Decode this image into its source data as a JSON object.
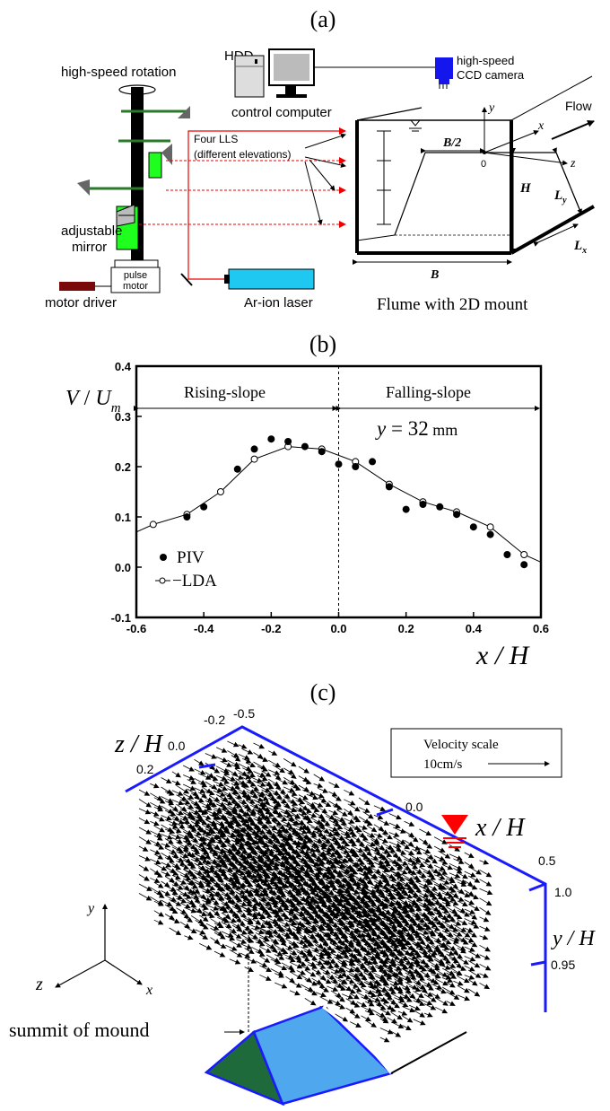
{
  "panels": {
    "a": {
      "label": "(a)",
      "hdd": "HDD",
      "control_computer": "control computer",
      "camera_line1": "high-speed",
      "camera_line2": "CCD camera",
      "rotation": "high-speed rotation",
      "lls_line1": "Four LLS",
      "lls_line2": "(different elevations)",
      "mirror_line1": "adjustable",
      "mirror_line2": "mirror",
      "pulse_line1": "pulse",
      "pulse_line2": "motor",
      "motor_driver": "motor driver",
      "laser": "Ar-ion laser",
      "flow": "Flow",
      "flume_caption": "Flume with 2D mount",
      "axis_y": "y",
      "axis_x": "x",
      "axis_z": "z",
      "origin": "0",
      "b_half": "B/2",
      "b": "B",
      "h": "H",
      "ly": "L",
      "ly_sub": "y",
      "lx": "L",
      "lx_sub": "x"
    },
    "b": {
      "label": "(b)",
      "rising": "Rising-slope",
      "falling": "Falling-slope",
      "y_eq_lhs": "y",
      "y_eq_rhs": " = 32",
      "y_eq_unit": " mm",
      "legend_piv": "PIV",
      "legend_lda": "LDA",
      "ylabel_v": "V",
      "ylabel_u": "U",
      "ylabel_sub": "m",
      "xlabel": "x / H"
    },
    "c": {
      "label": "(c)",
      "zh": "z / H",
      "xh": "x / H",
      "yh": "y / H",
      "z_ticks": [
        "-0.2",
        "0.0",
        "0.2"
      ],
      "x_ticks": [
        "-0.5",
        "0.0",
        "0.5"
      ],
      "y_ticks": [
        "1.0",
        "0.95"
      ],
      "scale_title": "Velocity scale",
      "scale_value": "10cm/s",
      "summit": "summit of mound",
      "triad_y": "y",
      "triad_z": "z",
      "triad_x": "x"
    }
  },
  "colors": {
    "blue_frame": "#1a1aff",
    "camera_blue": "#1515ee",
    "laser_cyan": "#1ec8f0",
    "mirror_green": "#1eff1e",
    "mound_dark": "#1e6a3a",
    "mound_light": "#4fa7ee",
    "red_marker": "#ff0000"
  },
  "chart_data": {
    "type": "scatter",
    "title": "",
    "xlabel": "x / H",
    "ylabel": "V / U_m",
    "xlim": [
      -0.6,
      0.6
    ],
    "ylim": [
      -0.1,
      0.4
    ],
    "xticks": [
      "-0.6",
      "-0.4",
      "-0.2",
      "0.0",
      "0.2",
      "0.4",
      "0.6"
    ],
    "yticks": [
      "-0.1",
      "0.0",
      "0.1",
      "0.2",
      "0.3",
      "0.4"
    ],
    "series": [
      {
        "name": "PIV",
        "marker": "filled-circle",
        "x": [
          -0.45,
          -0.4,
          -0.3,
          -0.25,
          -0.2,
          -0.15,
          -0.1,
          -0.05,
          0.0,
          0.05,
          0.1,
          0.15,
          0.2,
          0.25,
          0.3,
          0.35,
          0.4,
          0.45,
          0.5,
          0.55
        ],
        "y": [
          0.1,
          0.12,
          0.195,
          0.235,
          0.255,
          0.25,
          0.24,
          0.23,
          0.205,
          0.2,
          0.21,
          0.16,
          0.115,
          0.125,
          0.12,
          0.105,
          0.08,
          0.065,
          0.025,
          0.005
        ]
      },
      {
        "name": "LDA",
        "marker": "open-circle-line",
        "x": [
          -0.6,
          -0.55,
          -0.45,
          -0.35,
          -0.25,
          -0.15,
          -0.05,
          0.05,
          0.15,
          0.25,
          0.35,
          0.45,
          0.55,
          0.6
        ],
        "y": [
          0.07,
          0.085,
          0.105,
          0.15,
          0.215,
          0.24,
          0.235,
          0.21,
          0.165,
          0.13,
          0.11,
          0.08,
          0.025,
          0.01
        ],
        "markers_x": [
          -0.55,
          -0.45,
          -0.35,
          -0.25,
          -0.15,
          -0.05,
          0.05,
          0.15,
          0.25,
          0.35,
          0.45,
          0.55
        ],
        "markers_y": [
          0.085,
          0.105,
          0.15,
          0.215,
          0.24,
          0.235,
          0.21,
          0.165,
          0.13,
          0.11,
          0.08,
          0.025
        ]
      }
    ],
    "grid": false,
    "legend": "bottom-left",
    "annotations": [
      "Rising-slope",
      "Falling-slope",
      "y = 32 mm"
    ]
  }
}
